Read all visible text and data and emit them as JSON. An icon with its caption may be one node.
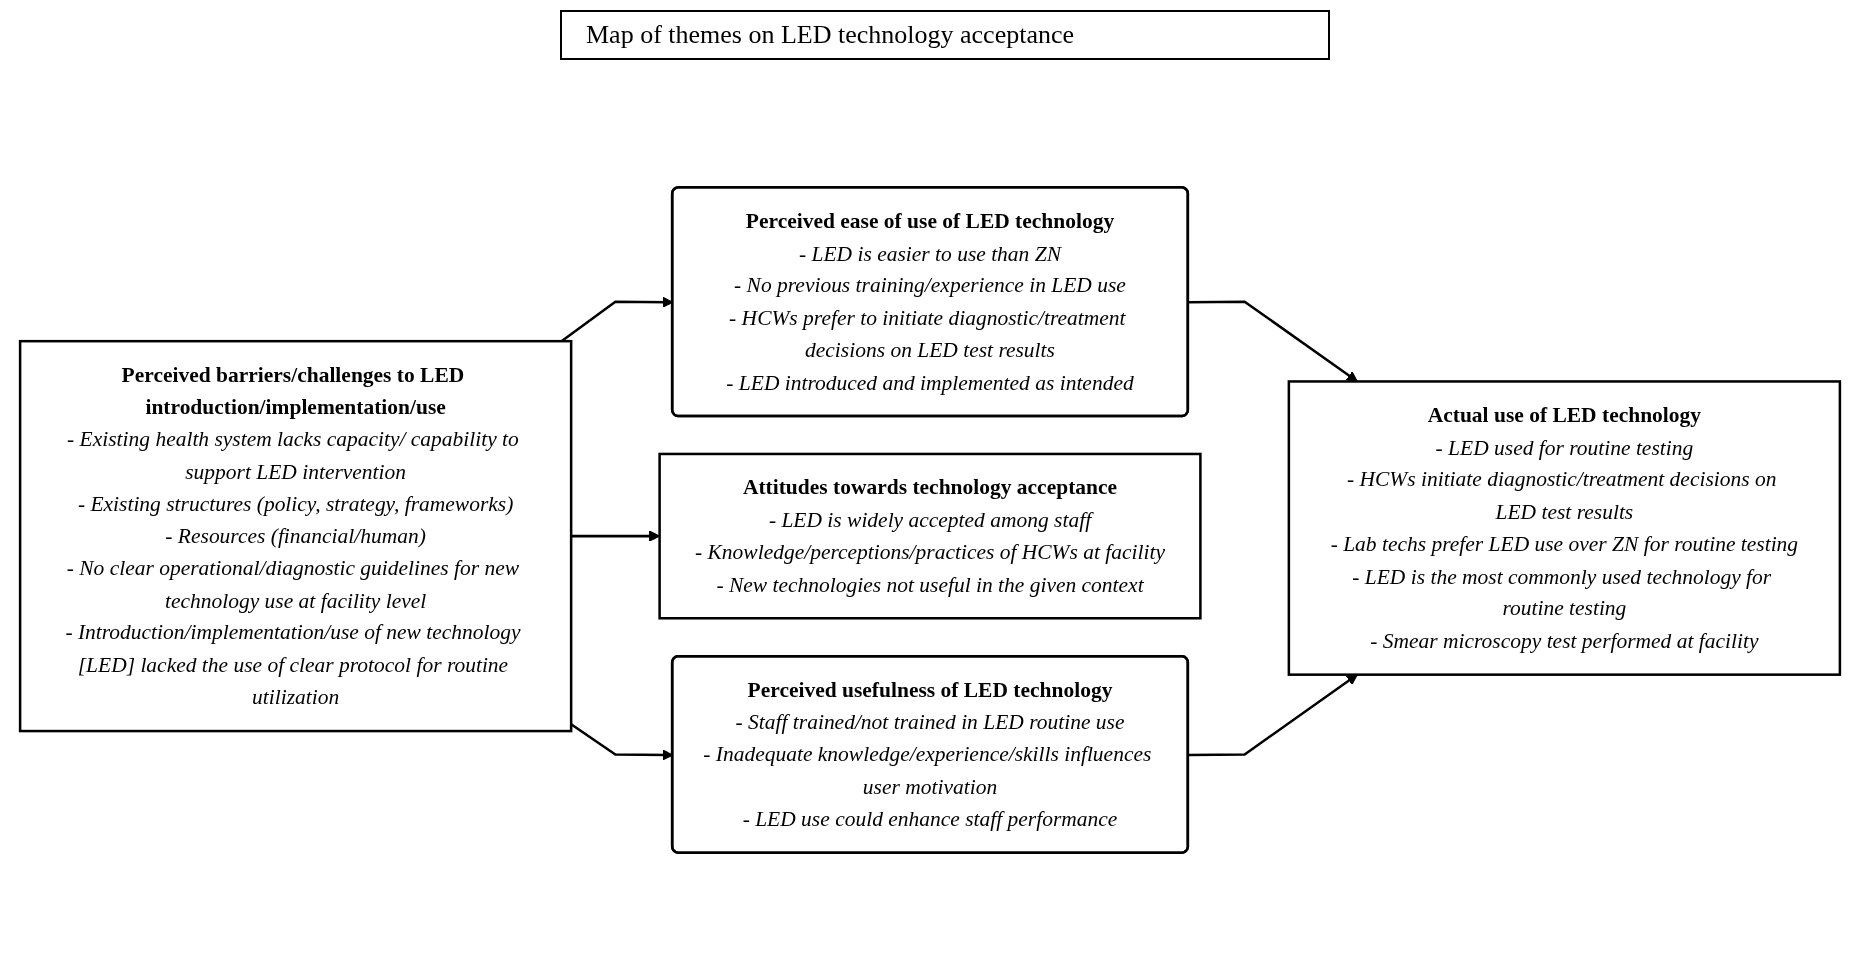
{
  "diagram": {
    "title": "Map of themes on LED technology acceptance",
    "nodes": [
      {
        "text": [
          "Perceived barriers/challenges to LED introduction/implementation/use",
          "- Existing health system lacks capacity/ capability to support LED intervention",
          "- Existing structures (policy, strategy, frameworks)",
          "- Resources (financial/human)",
          "- No clear operational/diagnostic guidelines for new technology use at facility level",
          "- Introduction/implementation/use of new technology [LED] lacked the use of clear protocol for routine utilization"
        ]
      },
      {
        "text": [
          "Perceived ease of use of LED technology",
          "- LED is easier to use than ZN",
          "- No previous training/experience in LED use",
          "- HCWs prefer to initiate diagnostic/treatment decisions on LED test results",
          "- LED introduced and implemented as intended"
        ]
      },
      {
        "text": [
          "Attitudes towards technology acceptance",
          "- LED is widely accepted among staff",
          "- Knowledge/perceptions/practices of HCWs at facility",
          "- New technologies not useful in the given context"
        ]
      },
      {
        "text": [
          "Perceived usefulness of LED technology",
          "- Staff trained/not trained in LED routine use",
          "- Inadequate knowledge/experience/skills influences user motivation",
          "- LED use could enhance staff performance"
        ]
      },
      {
        "text": [
          "Actual use of LED technology",
          "- LED used for routine testing",
          "- HCWs initiate diagnostic/treatment decisions on LED test results",
          "- Lab techs prefer LED use over ZN for routine testing",
          "- LED is the most commonly used technology for routine testing",
          "- Smear microscopy test performed at facility"
        ]
      }
    ],
    "edges": [
      {
        "from": 0,
        "to": 1,
        "arrow": "to"
      },
      {
        "from": 0,
        "to": 2,
        "arrow": "to"
      },
      {
        "from": 0,
        "to": 3,
        "arrow": "to"
      },
      {
        "from": 1,
        "to": 4,
        "arrow": "to"
      },
      {
        "from": 3,
        "to": 4,
        "arrow": "to"
      }
    ]
  }
}
